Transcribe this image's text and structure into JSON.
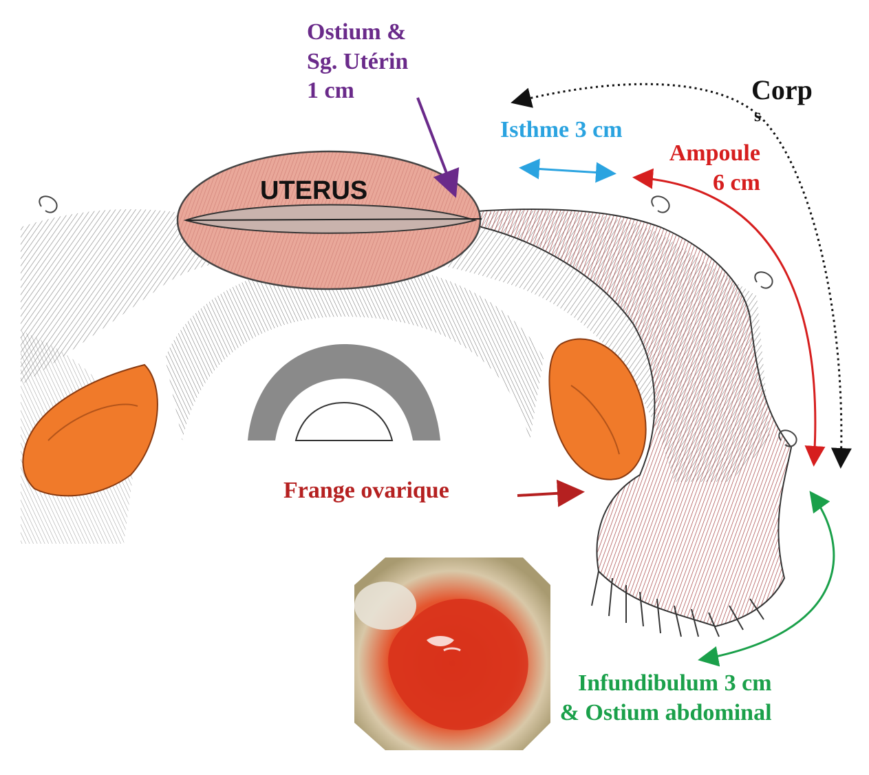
{
  "labels": {
    "ostium_line1": "Ostium &",
    "ostium_line2": "Sg. Utérin",
    "ostium_line3": "1 cm",
    "isthme": "Isthme  3 cm",
    "ampoule_line1": "Ampoule",
    "ampoule_line2": "6 cm",
    "corps_line1": "Corp",
    "corps_line2": "s",
    "uterus": "UTERUS",
    "frange": "Frange ovarique",
    "infundibulum_line1": "Infundibulum 3 cm",
    "infundibulum_line2": "& Ostium abdominal"
  },
  "colors": {
    "ostium": "#6a2a8a",
    "isthme": "#2aa3e0",
    "ampoule": "#d61e1e",
    "infundibulum": "#1aa04a",
    "uterus_fill": "#e9a89a",
    "ovary_fill": "#f07a2a"
  }
}
